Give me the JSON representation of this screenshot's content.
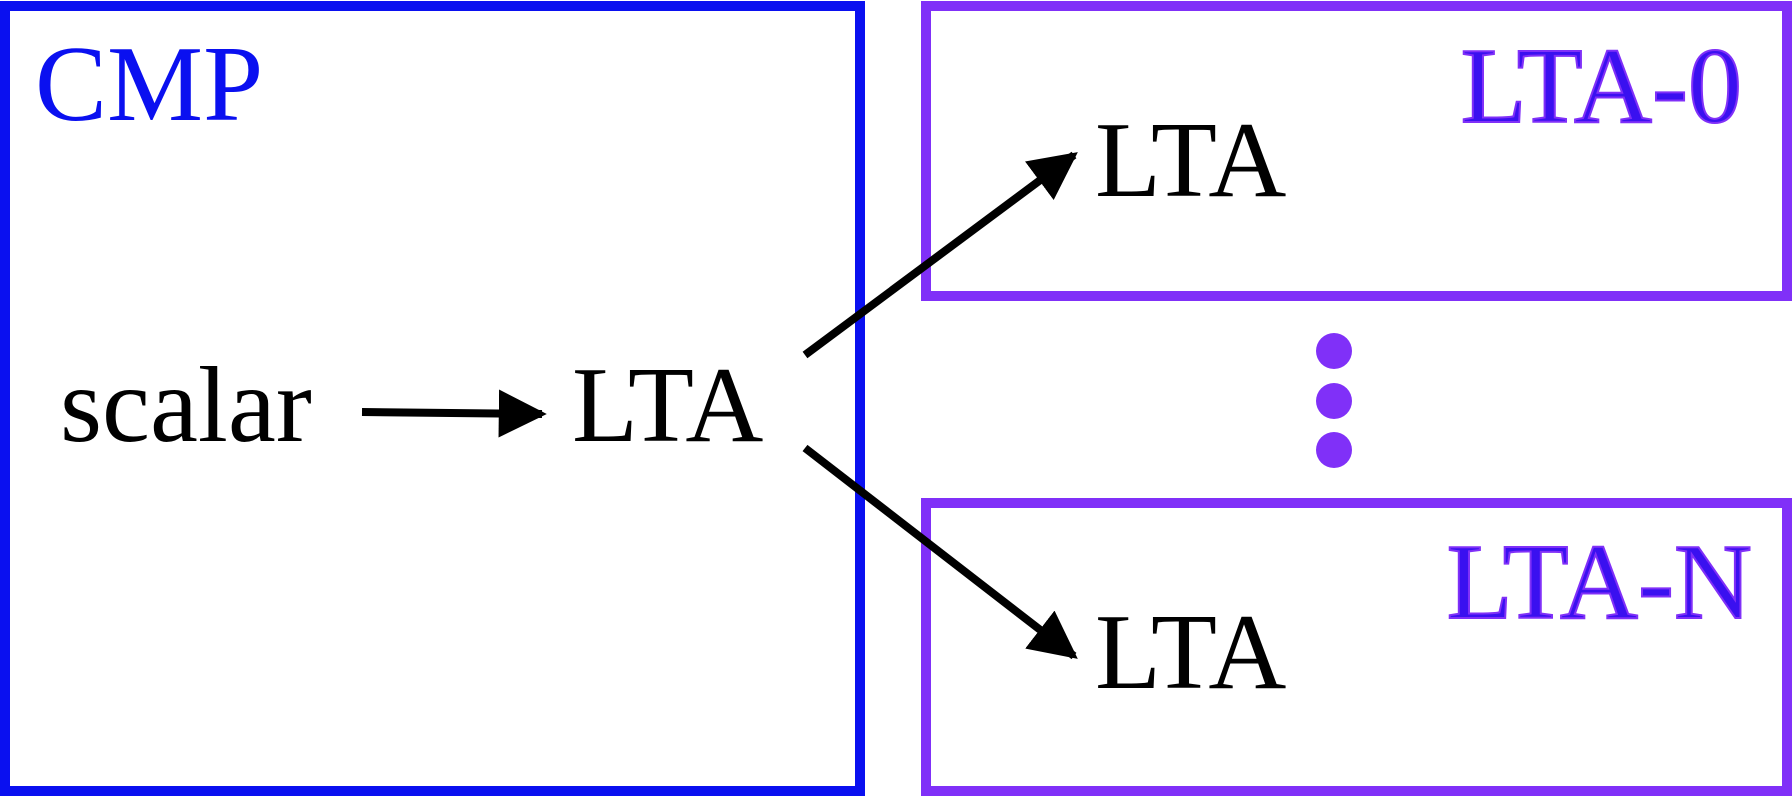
{
  "colors": {
    "cmp": "#0a10f0",
    "lta_box": "#8030f8",
    "lta_box_text_fill": "#3a10f0",
    "arrow": "#000000",
    "text": "#000000",
    "dots": "#8030f8"
  },
  "cmp": {
    "title": "CMP",
    "scalar_label": "scalar",
    "lta_label": "LTA"
  },
  "lta_boxes": [
    {
      "title": "LTA-0",
      "inner_label": "LTA"
    },
    {
      "title": "LTA-N",
      "inner_label": "LTA"
    }
  ],
  "ellipsis": {
    "dot_count": 3
  }
}
